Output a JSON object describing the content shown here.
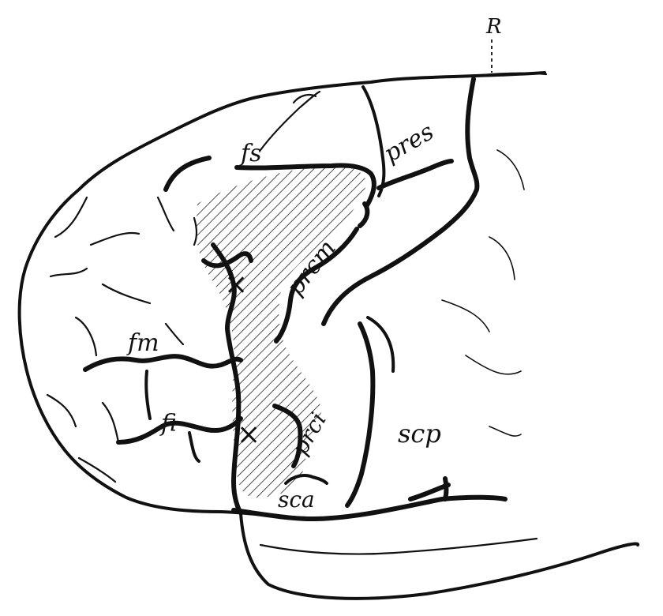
{
  "figure": {
    "marker": "R",
    "lesion_marks": [
      "×",
      "×"
    ],
    "labels": {
      "fs": "fs",
      "fm": "fm",
      "fi": "fi",
      "pres": "pres",
      "prcm": "prcm",
      "prci": "prci",
      "scp": "scp",
      "sca": "sca"
    }
  }
}
